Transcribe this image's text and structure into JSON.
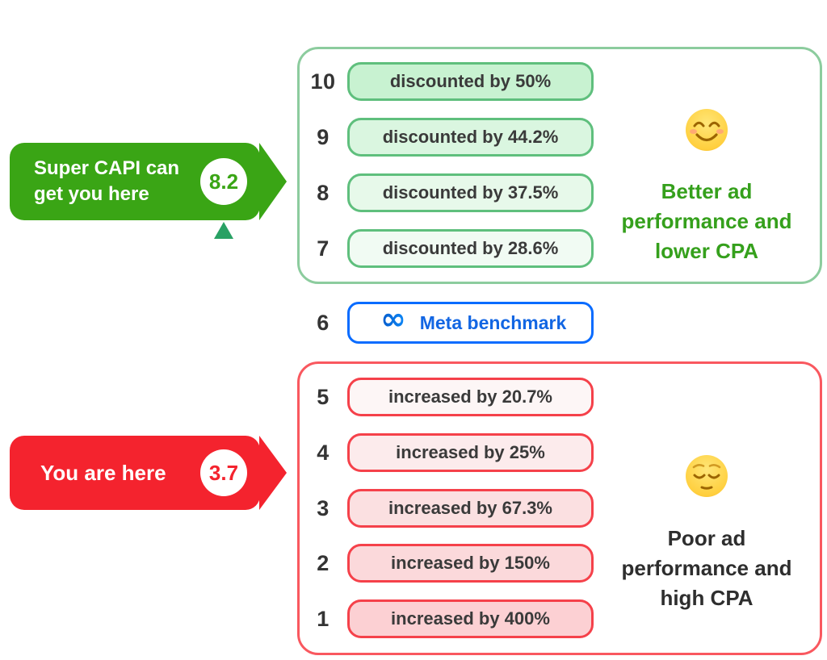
{
  "figure": {
    "good_section": {
      "emoji": "smiling-face-with-smiling-eyes",
      "caption_lines": {
        "l1": "Better ad",
        "l2": "performance and",
        "l3": "lower CPA"
      },
      "rows": [
        {
          "score": "10",
          "label": "discounted by 50%",
          "fill": "#c8f2d1"
        },
        {
          "score": "9",
          "label": "discounted by 44.2%",
          "fill": "#daf6e0"
        },
        {
          "score": "8",
          "label": "discounted by 37.5%",
          "fill": "#e7f9ea"
        },
        {
          "score": "7",
          "label": "discounted by 28.6%",
          "fill": "#f1fbf3"
        }
      ]
    },
    "benchmark": {
      "score": "6",
      "label": "Meta benchmark",
      "logo": "meta-infinity-logo"
    },
    "poor_section": {
      "emoji": "pensive-face",
      "caption_lines": {
        "l1": "Poor ad",
        "l2": "performance and",
        "l3": "high CPA"
      },
      "rows": [
        {
          "score": "5",
          "label": "increased by 20.7%",
          "fill": "#fdf6f6"
        },
        {
          "score": "4",
          "label": "increased by 25%",
          "fill": "#fcebec"
        },
        {
          "score": "3",
          "label": "increased by 67.3%",
          "fill": "#fbe0e1"
        },
        {
          "score": "2",
          "label": "increased by 150%",
          "fill": "#fbd9db"
        },
        {
          "score": "1",
          "label": "increased by 400%",
          "fill": "#fcd0d3"
        }
      ]
    },
    "callouts": {
      "super_capi": {
        "line1": "Super CAPI can",
        "line2": "get you here",
        "score": "8.2"
      },
      "you_are_here": {
        "text": "You are here",
        "score": "3.7"
      }
    },
    "colors": {
      "green": "#3aa515",
      "green_caption": "#35a01c",
      "green_pill_border": "#5fbf7d",
      "green_box_border": "#8ccc9e",
      "red": "#f4232e",
      "red_pill_border": "#f5414a",
      "red_box_border": "#f9585f",
      "blue": "#0a6cff",
      "text_dark": "#343434",
      "arrow_top": "#2aa266",
      "arrow_bottom": "#f3242e"
    }
  }
}
